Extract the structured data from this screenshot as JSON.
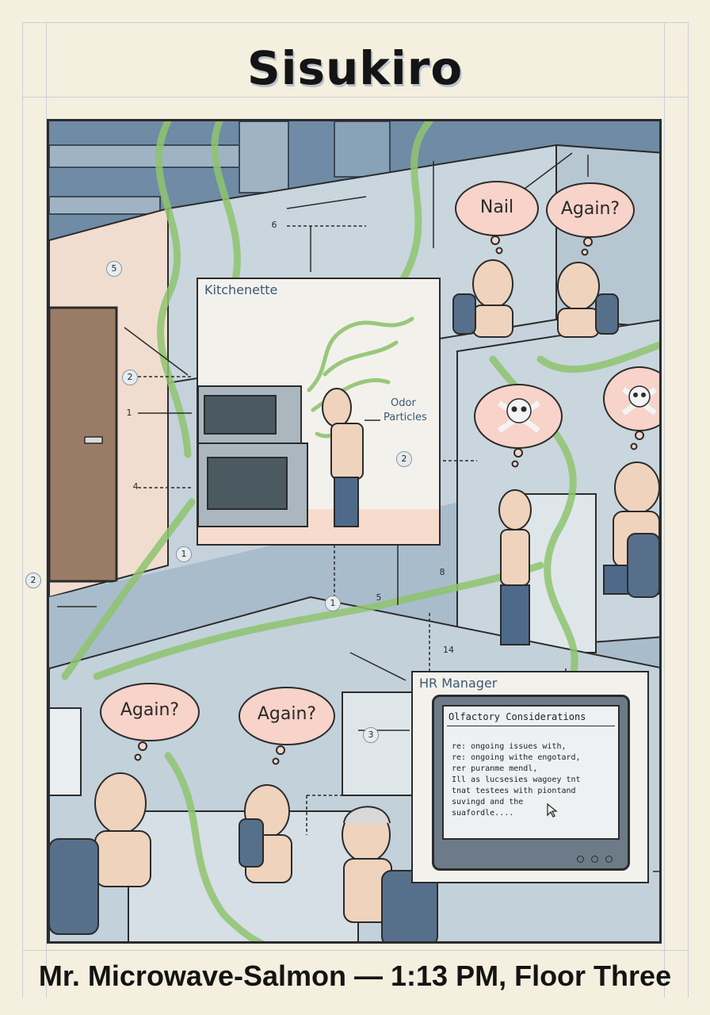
{
  "title": "Sisukiro",
  "caption": "Mr. Microwave-Salmon — 1:13 PM, Floor Three",
  "kitchenette": {
    "label": "Kitchenette",
    "odor_label_line1": "Odor",
    "odor_label_line2": "Particles"
  },
  "hr": {
    "label": "HR Manager",
    "screen_title": "Olfactory Considerations",
    "screen_lines": [
      "re: ongoing issues with,",
      "re: ongoing withe engotard,",
      "rer puranme mendl,",
      "Ill as lucsesies wagoey tnt",
      "tnat testees with piontand",
      "suvingd and the",
      "suafordle...."
    ]
  },
  "bubbles": {
    "nail": "Nail",
    "again_top": "Again?",
    "again_left": "Again?",
    "again_mid": "Again?"
  },
  "callouts": {
    "c6": "6",
    "c5a": "5",
    "c2a": "2",
    "c1a": "1",
    "c4": "4",
    "c2b": "2",
    "c1b": "1",
    "c1c": "1",
    "c5b": "5",
    "c8": "8",
    "c2c": "2",
    "c14": "14",
    "c3": "3"
  },
  "colors": {
    "background": "#f5efdf",
    "fumes": "#8fc46f",
    "cubicle": "#c9d6de",
    "wall": "#f0ddd0",
    "door": "#9a7c66",
    "bubble": "#f7d3c9",
    "skin": "#efd3bd",
    "jeans": "#4e6a8a"
  },
  "icons": [
    "skull-crossbones-icon",
    "cursor-arrow-icon",
    "door-handle-icon"
  ]
}
